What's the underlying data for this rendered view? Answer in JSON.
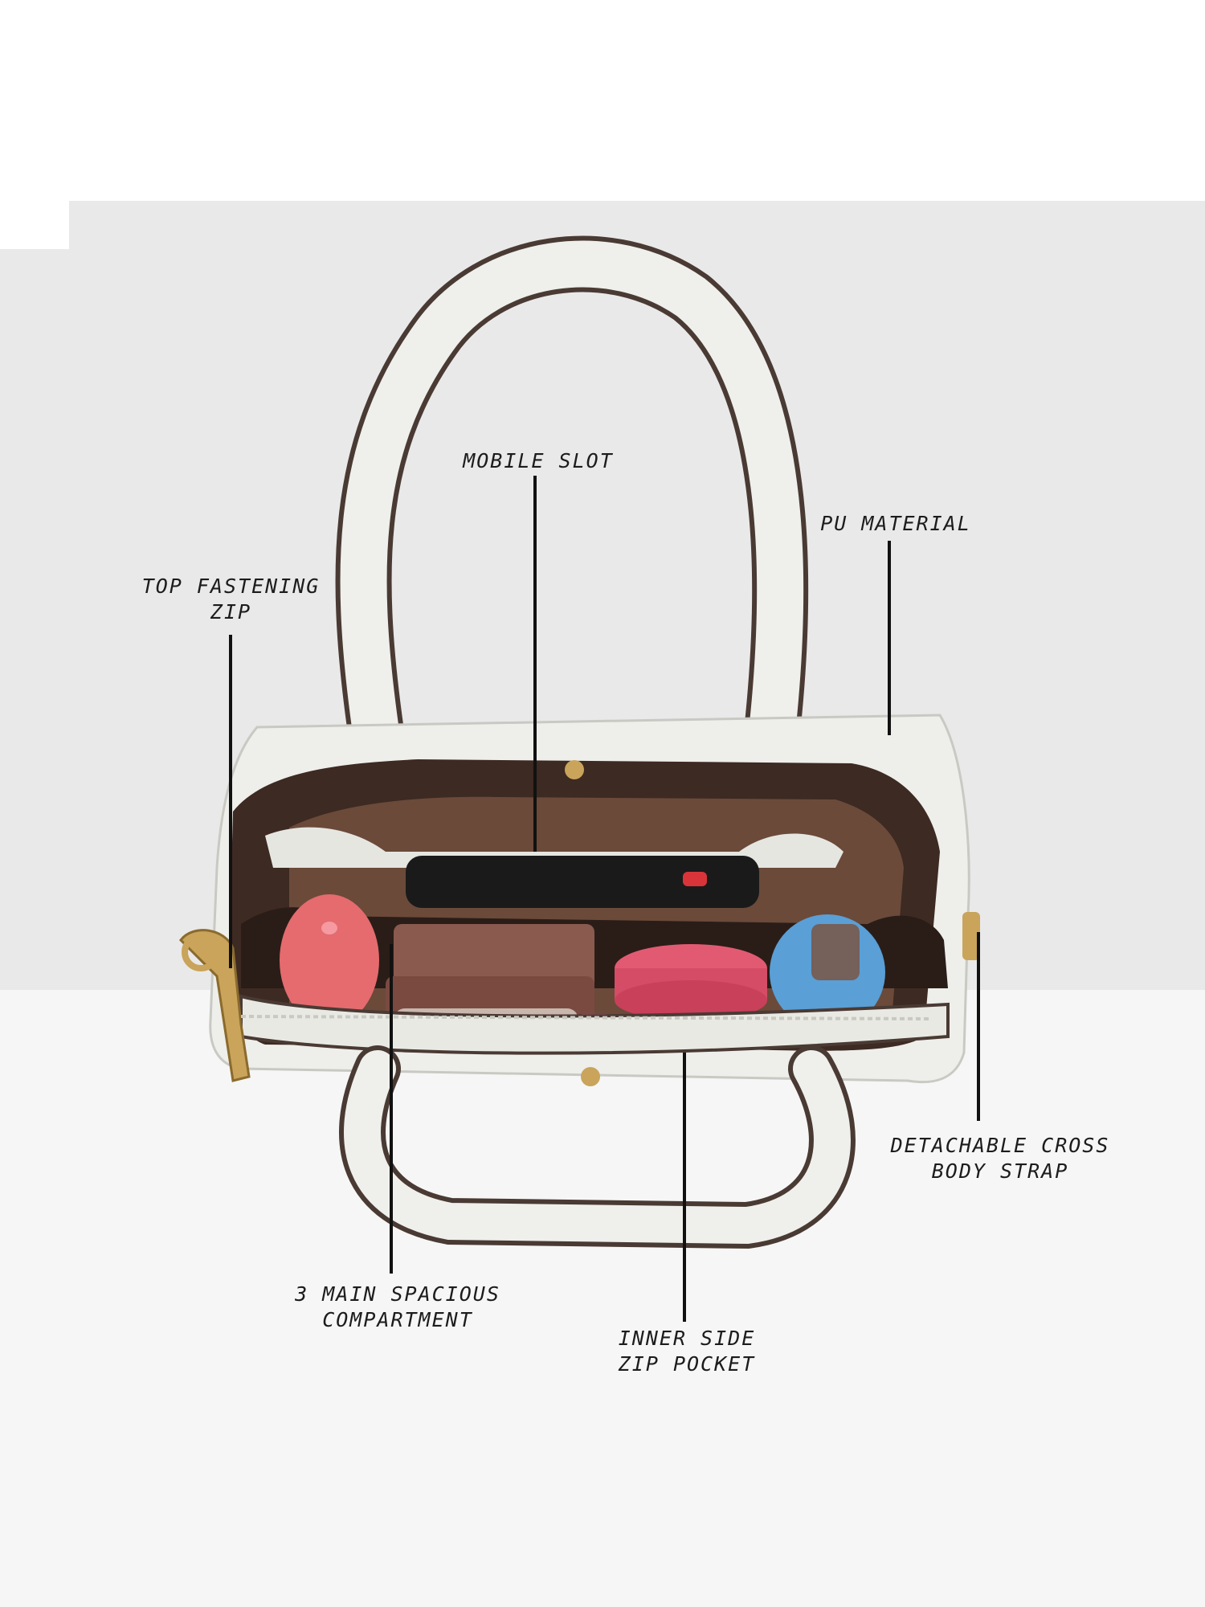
{
  "callouts": {
    "mobile_slot": "MOBILE SLOT",
    "pu_material": "PU MATERIAL",
    "top_zip": "TOP FASTENING\nZIP",
    "cross_strap": "DETACHABLE CROSS\nBODY STRAP",
    "compartment": "3 MAIN SPACIOUS\nCOMPARTMENT",
    "inner_pocket": "INNER SIDE\nZIP POCKET"
  },
  "colors": {
    "wall": "#e9e9e9",
    "floor": "#f6f6f6",
    "bag_body": "#eeeeea",
    "bag_trim": "#4a3a34",
    "lining": "#6b4a3a",
    "hardware": "#c9a45a"
  }
}
